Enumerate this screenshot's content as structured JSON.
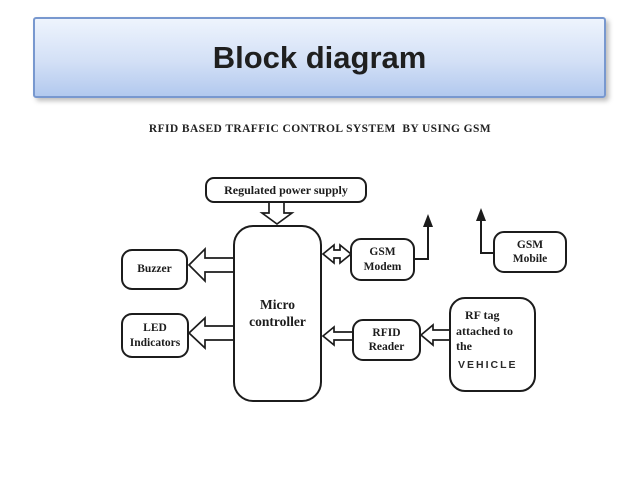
{
  "header": {
    "title": "Block diagram"
  },
  "diagram": {
    "title": "RFID BASED TRAFFIC CONTROL SYSTEM  BY USING GSM",
    "boxes": {
      "power_supply": {
        "label": "Regulated power supply"
      },
      "micro_controller": {
        "label": "Micro\ncontroller"
      },
      "buzzer": {
        "label": "Buzzer"
      },
      "led_indicators": {
        "label": "LED\nIndicators"
      },
      "gsm_modem": {
        "label": "GSM\nModem"
      },
      "gsm_mobile": {
        "label": "GSM\nMobile"
      },
      "rfid_reader": {
        "label": "RFID\nReader"
      },
      "rf_tag": {
        "label": "   RF tag\nattached to\nthe",
        "sub_label": "VEHICLE"
      }
    },
    "colors": {
      "line": "#1c1c1c",
      "box_fill": "#ffffff"
    }
  },
  "slide": {
    "background": "#ffffff",
    "header_style": {
      "border": "#7898cf",
      "gradient_top": "#eef4fd",
      "gradient_bottom": "#b2c9ee",
      "text_color": "#1f1f1f"
    }
  }
}
